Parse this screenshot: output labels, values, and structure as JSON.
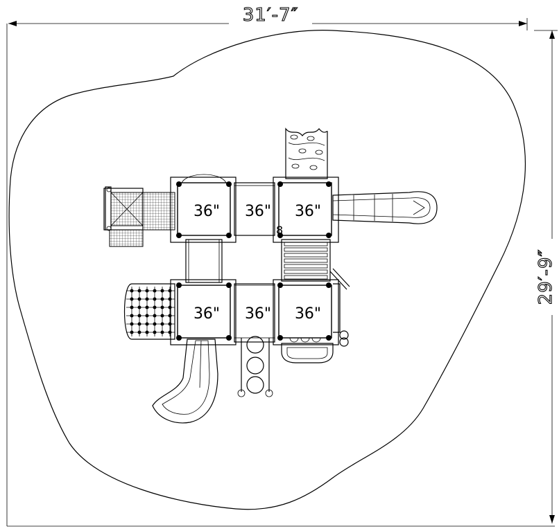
{
  "dimensions": {
    "width": "31′-7″",
    "height": "29′-9″"
  },
  "decks": [
    {
      "label": "36\""
    },
    {
      "label": "36\""
    },
    {
      "label": "36\""
    },
    {
      "label": "36\""
    },
    {
      "label": "36\""
    },
    {
      "label": "36\""
    }
  ],
  "step_number": "8",
  "colors": {
    "line": "#000000",
    "background": "#ffffff"
  }
}
